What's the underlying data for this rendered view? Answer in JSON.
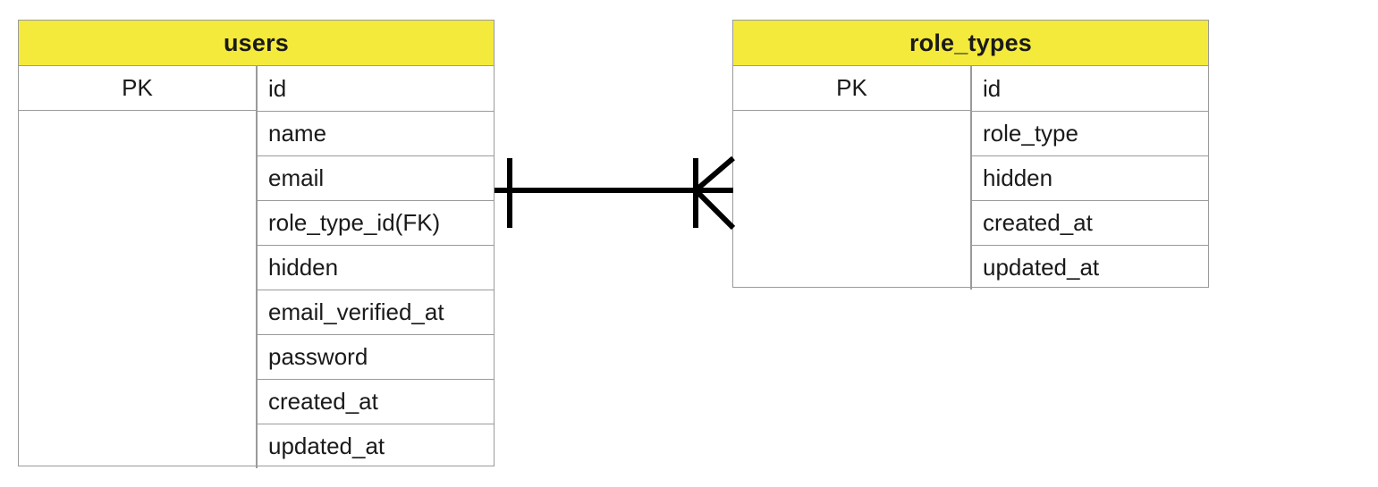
{
  "diagram": {
    "type": "entity-relationship-diagram",
    "notation": "crow-foot",
    "background_color": "#ffffff",
    "header_color": "#f4ea3c",
    "border_color": "#9a9a9a",
    "text_color": "#1a1a1a",
    "line_color": "#000000"
  },
  "entities": [
    {
      "name": "users",
      "key_column_header": "",
      "rows": [
        {
          "key": "PK",
          "field": "id"
        },
        {
          "key": "",
          "field": "name"
        },
        {
          "key": "",
          "field": "email"
        },
        {
          "key": "",
          "field": "role_type_id(FK)"
        },
        {
          "key": "",
          "field": "hidden"
        },
        {
          "key": "",
          "field": "email_verified_at"
        },
        {
          "key": "",
          "field": "password"
        },
        {
          "key": "",
          "field": "created_at"
        },
        {
          "key": "",
          "field": "updated_at"
        }
      ]
    },
    {
      "name": "role_types",
      "key_column_header": "",
      "rows": [
        {
          "key": "PK",
          "field": "id"
        },
        {
          "key": "",
          "field": "role_type"
        },
        {
          "key": "",
          "field": "hidden"
        },
        {
          "key": "",
          "field": "created_at"
        },
        {
          "key": "",
          "field": "updated_at"
        }
      ]
    }
  ],
  "relationship": {
    "from_entity": "users",
    "to_entity": "role_types",
    "from_cardinality": "one",
    "to_cardinality": "one-or-many",
    "label": ""
  }
}
